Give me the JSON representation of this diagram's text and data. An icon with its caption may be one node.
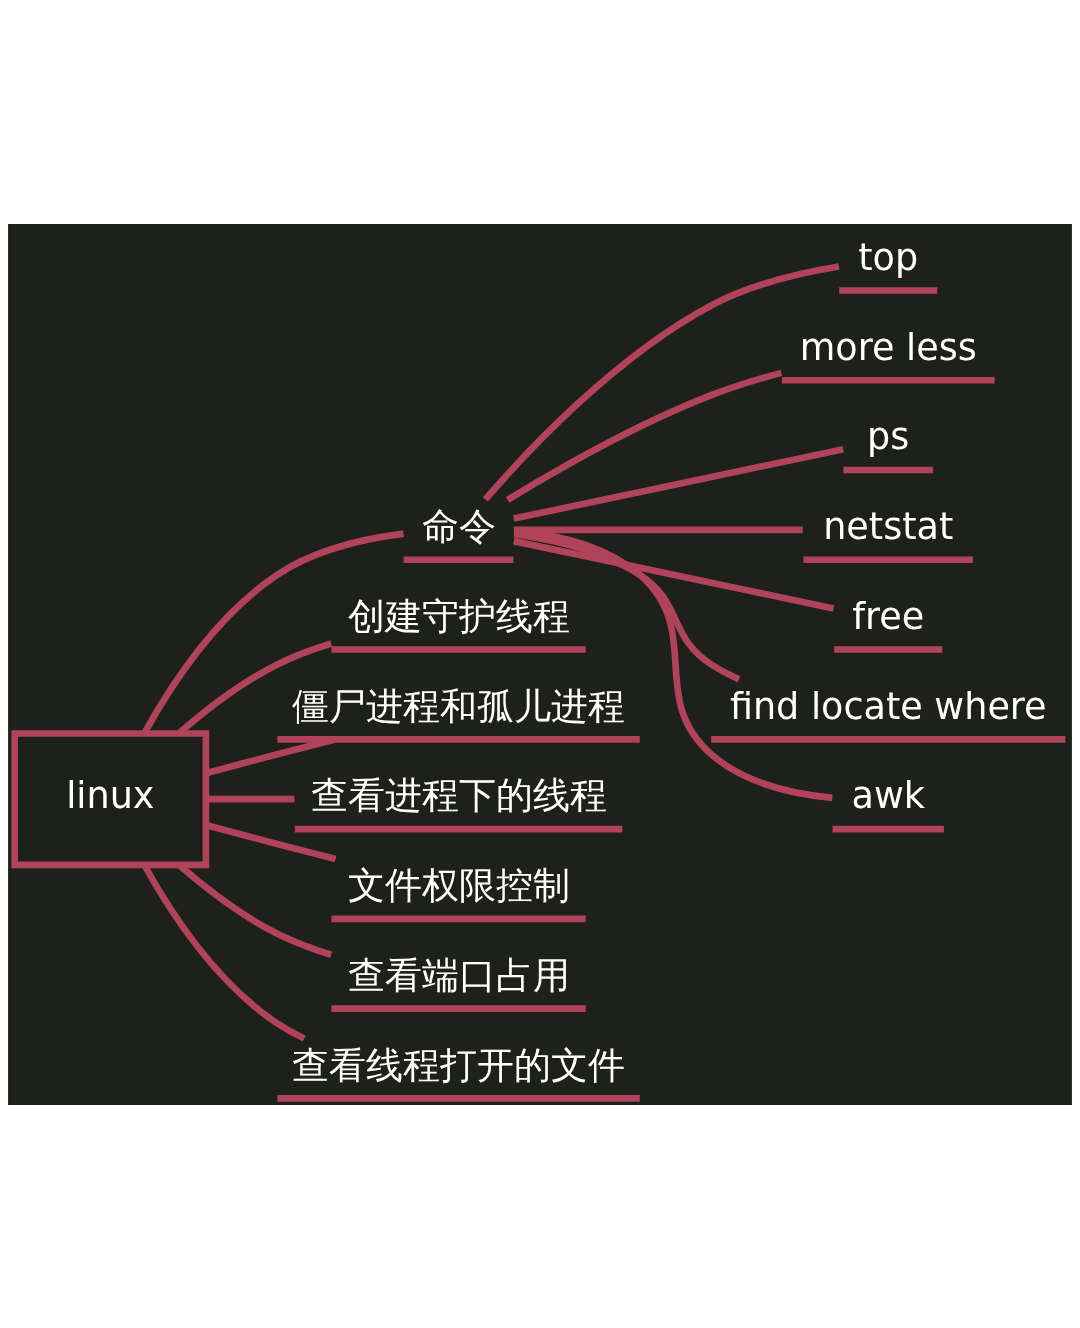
{
  "diagram": {
    "nodes": [
      {
        "text": [
          "linux"
        ]
      },
      {
        "text": [
          "命令"
        ]
      },
      {
        "text": [
          "top"
        ]
      },
      {
        "text": [
          "more less"
        ]
      },
      {
        "text": [
          "ps"
        ]
      },
      {
        "text": [
          "netstat"
        ]
      },
      {
        "text": [
          "free"
        ]
      },
      {
        "text": [
          "find locate where"
        ]
      },
      {
        "text": [
          "awk"
        ]
      },
      {
        "text": [
          "创建守护线程"
        ]
      },
      {
        "text": [
          "僵尸进程和孤儿进程"
        ]
      },
      {
        "text": [
          "查看进程下的线程"
        ]
      },
      {
        "text": [
          "文件权限控制"
        ]
      },
      {
        "text": [
          "查看端口占用"
        ]
      },
      {
        "text": [
          "查看线程打开的文件"
        ]
      }
    ],
    "edges": [
      {
        "from": 0,
        "to": 1,
        "arrow": "none"
      },
      {
        "from": 1,
        "to": 2,
        "arrow": "none"
      },
      {
        "from": 1,
        "to": 3,
        "arrow": "none"
      },
      {
        "from": 1,
        "to": 4,
        "arrow": "none"
      },
      {
        "from": 1,
        "to": 5,
        "arrow": "none"
      },
      {
        "from": 1,
        "to": 6,
        "arrow": "none"
      },
      {
        "from": 1,
        "to": 7,
        "arrow": "none"
      },
      {
        "from": 1,
        "to": 8,
        "arrow": "none"
      },
      {
        "from": 0,
        "to": 9,
        "arrow": "none"
      },
      {
        "from": 0,
        "to": 10,
        "arrow": "none"
      },
      {
        "from": 0,
        "to": 11,
        "arrow": "none"
      },
      {
        "from": 0,
        "to": 12,
        "arrow": "none"
      },
      {
        "from": 0,
        "to": 13,
        "arrow": "none"
      },
      {
        "from": 0,
        "to": 14,
        "arrow": "none"
      }
    ]
  }
}
